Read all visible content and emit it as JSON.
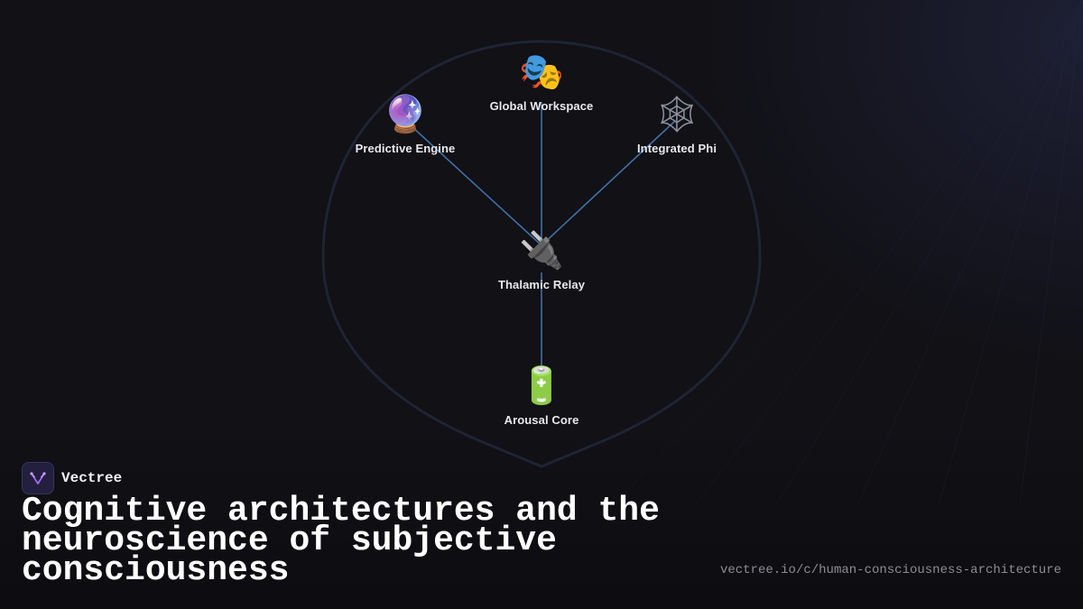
{
  "diagram": {
    "nodes": [
      {
        "id": "global",
        "icon": "🎭",
        "icon_name": "performing-arts-masks-icon",
        "label": "Global Workspace"
      },
      {
        "id": "predictive",
        "icon": "🔮",
        "icon_name": "crystal-ball-icon",
        "label": "Predictive Engine"
      },
      {
        "id": "phi",
        "icon": "🕸",
        "icon_name": "spider-web-icon",
        "label": "Integrated Phi"
      },
      {
        "id": "thalamic",
        "icon": "🔌",
        "icon_name": "electric-plug-icon",
        "label": "Thalamic Relay"
      },
      {
        "id": "arousal",
        "icon": "🔋",
        "icon_name": "battery-icon",
        "label": "Arousal Core"
      }
    ],
    "edges": [
      {
        "from": "predictive",
        "to": "thalamic"
      },
      {
        "from": "global",
        "to": "thalamic"
      },
      {
        "from": "phi",
        "to": "thalamic"
      },
      {
        "from": "thalamic",
        "to": "arousal"
      }
    ],
    "colors": {
      "edge": "#3f6fa8",
      "outline": "#1e2435"
    }
  },
  "brand": {
    "name": "Vectree",
    "logo_color": "#a06cf0"
  },
  "title": "Cognitive architectures and the neuroscience of subjective consciousness",
  "url": "vectree.io/c/human-consciousness-architecture"
}
